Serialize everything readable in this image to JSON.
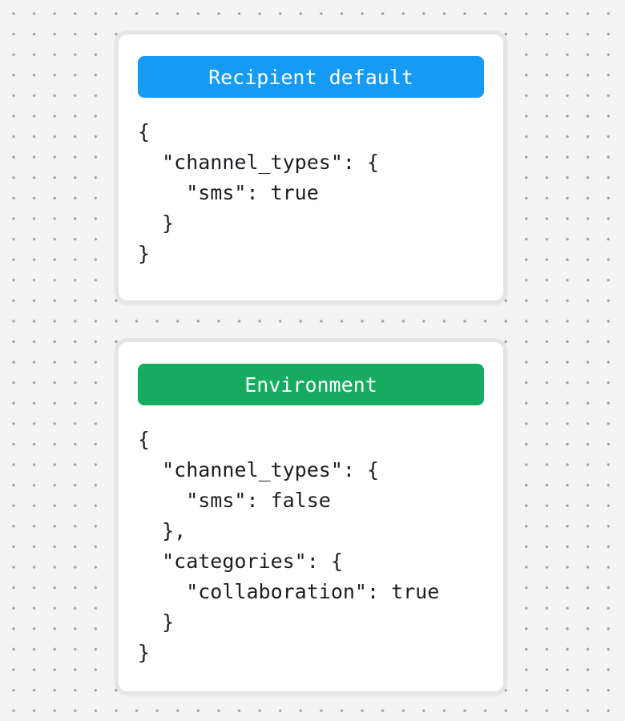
{
  "page": {
    "background_color": "#f4f4f5",
    "dot_color": "#9ea0a3",
    "card_border_color": "#e5e5e7"
  },
  "cards": [
    {
      "title": "Recipient default",
      "title_bg": "#159bf6",
      "code": "{\n  \"channel_types\": {\n    \"sms\": true\n  }\n}"
    },
    {
      "title": "Environment",
      "title_bg": "#17ab61",
      "code": "{\n  \"channel_types\": {\n    \"sms\": false\n  },\n  \"categories\": {\n    \"collaboration\": true\n  }\n}"
    }
  ]
}
